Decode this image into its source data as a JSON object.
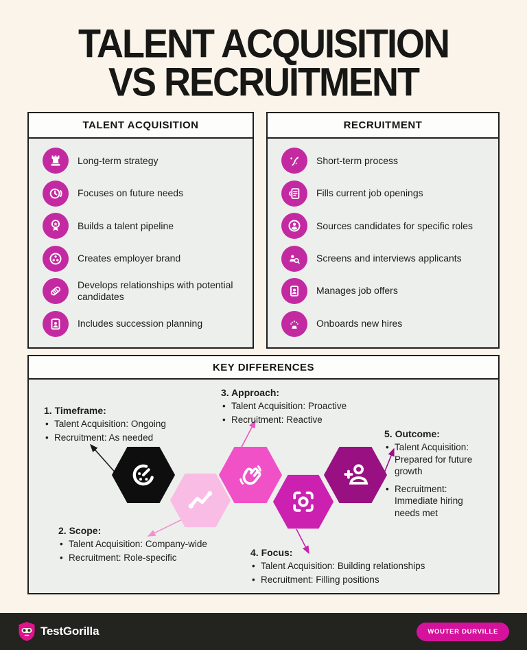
{
  "title": {
    "line1": "TALENT ACQUISITION",
    "line2": "VS RECRUITMENT"
  },
  "colors": {
    "background": "#faf4ea",
    "panel_body": "#edefec",
    "panel_header": "#fdfdfc",
    "border": "#1f1f1f",
    "accent_pink": "#c32aa1",
    "footer_bg": "#23231f",
    "badge_pink": "#d5129b"
  },
  "talent_acquisition": {
    "title": "TALENT ACQUISITION",
    "items": [
      {
        "icon": "rook-icon",
        "label": "Long-term strategy"
      },
      {
        "icon": "clock-icon",
        "label": "Focuses on future needs"
      },
      {
        "icon": "medal-icon",
        "label": "Builds a talent pipeline"
      },
      {
        "icon": "employer-brand-icon",
        "label": "Creates employer brand"
      },
      {
        "icon": "handshake-icon",
        "label": "Develops relationships with potential candidates"
      },
      {
        "icon": "succession-badge-icon",
        "label": "Includes succession planning"
      }
    ]
  },
  "recruitment": {
    "title": "RECRUITMENT",
    "items": [
      {
        "icon": "process-arrow-icon",
        "label": "Short-term process"
      },
      {
        "icon": "job-openings-icon",
        "label": "Fills current job openings"
      },
      {
        "icon": "person-circle-icon",
        "label": "Sources candidates for specific roles"
      },
      {
        "icon": "screening-icon",
        "label": "Screens and interviews applicants"
      },
      {
        "icon": "id-card-icon",
        "label": "Manages job offers"
      },
      {
        "icon": "onboarding-icon",
        "label": "Onboards new hires"
      }
    ]
  },
  "key_differences": {
    "title": "KEY DIFFERENCES",
    "points": [
      {
        "num": "1.",
        "heading": "Timeframe:",
        "bullet1": "Talent Acquisition: Ongoing",
        "bullet2": "Recruitment: As needed",
        "hex_color": "#0e0e0e",
        "icon": "timer-icon"
      },
      {
        "num": "2.",
        "heading": "Scope:",
        "bullet1": "Talent Acquisition: Company-wide",
        "bullet2": "Recruitment: Role-specific",
        "hex_color": "#f9bde5",
        "icon": "trend-icon"
      },
      {
        "num": "3.",
        "heading": "Approach:",
        "bullet1": "Talent Acquisition: Proactive",
        "bullet2": "Recruitment: Reactive",
        "hex_color": "#f051c7",
        "icon": "waving-hand-icon"
      },
      {
        "num": "4.",
        "heading": "Focus:",
        "bullet1": "Talent Acquisition: Building relationships",
        "bullet2": "Recruitment: Filling positions",
        "hex_color": "#cb20b0",
        "icon": "focus-icon"
      },
      {
        "num": "5.",
        "heading": "Outcome:",
        "bullet1": "Talent Acquisition: Prepared for future growth",
        "bullet2": "Recruitment: Immediate hiring needs met",
        "hex_color": "#991082",
        "icon": "person-add-icon"
      }
    ]
  },
  "footer": {
    "brand": "TestGorilla",
    "badge": "WOUTER DURVILLE"
  }
}
